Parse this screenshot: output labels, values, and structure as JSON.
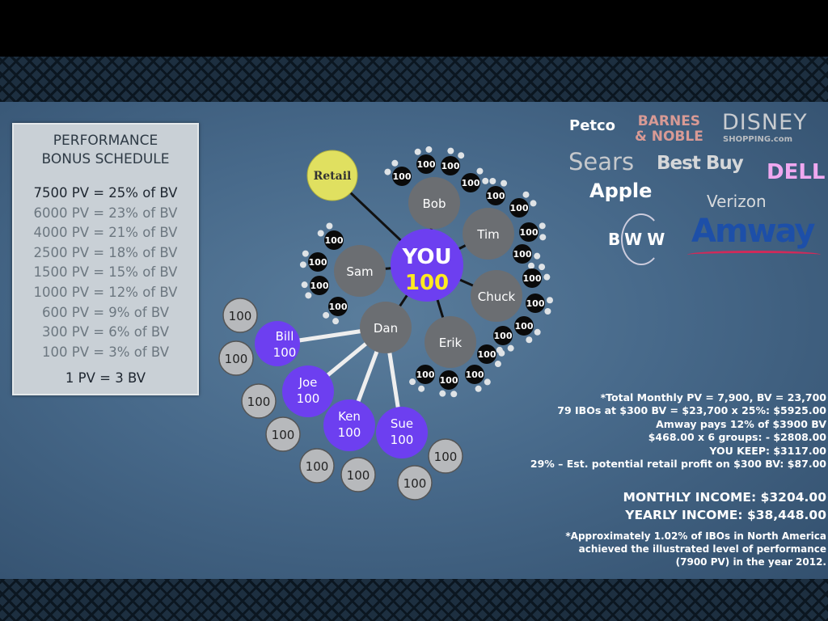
{
  "schedule": {
    "title_line1": "PERFORMANCE",
    "title_line2": "BONUS SCHEDULE",
    "rows": [
      "7500 PV = 25% of BV",
      "6000 PV = 23% of BV",
      "4000 PV = 21% of BV",
      "2500 PV = 18% of BV",
      "1500 PV = 15% of BV",
      "1000 PV = 12% of BV",
      "600 PV =  9% of BV",
      "300 PV =  6% of BV",
      "100 PV =  3% of BV"
    ],
    "conversion": "1 PV = 3 BV"
  },
  "diagram": {
    "retail": "Retail",
    "you_label": "YOU",
    "you_value": "100",
    "downlines": [
      "Bob",
      "Tim",
      "Chuck",
      "Erik",
      "Dan",
      "Sam"
    ],
    "dan_legs": [
      {
        "name": "Bill",
        "pv": "100"
      },
      {
        "name": "Joe",
        "pv": "100"
      },
      {
        "name": "Ken",
        "pv": "100"
      },
      {
        "name": "Sue",
        "pv": "100"
      }
    ],
    "node_value": "100",
    "colors": {
      "you": "#6d3ff0",
      "leg": "#6d3ff0",
      "member": "#6b6e72",
      "retail": "#e0e060",
      "small": "#0a0a0a",
      "leaf": "#b7b9bc"
    }
  },
  "logos": {
    "petco": "Petco",
    "barnes1": "BARNES",
    "barnes2": "& NOBLE",
    "disney": "DISNEY",
    "disney_sub": "SHOPPING.com",
    "sears": "Sears",
    "bestbuy": "Best Buy",
    "dell": "DELL",
    "apple": "Apple",
    "verizon": "Verizon",
    "bww": "BWW",
    "amway": "Amway"
  },
  "summary": {
    "lines": [
      "*Total Monthly PV = 7,900, BV = 23,700",
      "79 IBOs at $300 BV = $23,700 x 25%:  $5925.00",
      "Amway pays 12% of $3900 BV",
      "$468.00 x 6 groups:   - $2808.00",
      "YOU KEEP:  $3117.00",
      "29% – Est. potential retail profit on $300 BV:  $87.00"
    ],
    "monthly": "MONTHLY INCOME:  $3204.00",
    "yearly": "YEARLY INCOME:  $38,448.00",
    "note": [
      "*Approximately 1.02% of IBOs in North America",
      "achieved  the illustrated level of performance",
      "(7900 PV) in the year 2012."
    ]
  }
}
